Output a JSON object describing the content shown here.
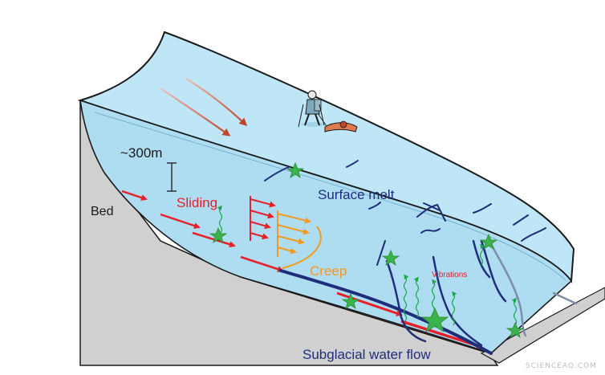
{
  "labels": {
    "thickness": "~300m",
    "bed": "Bed",
    "sliding": "Sliding",
    "surface_melt": "Surface melt",
    "creep": "Creep",
    "vibrations": "Vibrations",
    "subglacial_water_flow": "Subglacial water flow"
  },
  "watermark": "SCIENCEAQ.COM",
  "colors": {
    "ice": "#bfe6f7",
    "ice_side": "#aedcf0",
    "bed": "#d0d0d0",
    "outline": "#1a1a1a",
    "sliding": "#e8202a",
    "creep": "#f39a1f",
    "crevasse": "#1f2e7a",
    "water": "#1f2e7a",
    "quake": "#3bb34a",
    "vibration": "#1aa64a",
    "flow_arrow": "#c0452a"
  },
  "icons": [
    "hiker-with-sled-icon",
    "icequake-star-icon"
  ]
}
